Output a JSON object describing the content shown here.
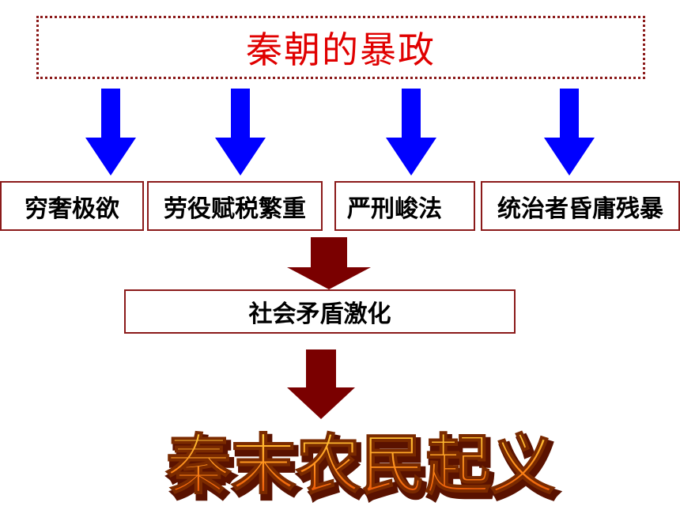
{
  "title": "秦朝的暴政",
  "causes": [
    "穷奢极欲",
    "劳役赋税繁重",
    "严刑峻法",
    "统治者昏庸残暴"
  ],
  "consequence": "社会矛盾激化",
  "result": "秦末农民起义",
  "colors": {
    "title_text": "#e00000",
    "title_border": "#8b1a1a",
    "blue_arrow": "#0000ff",
    "dark_red_arrow": "#7a0000",
    "result_fill_top": "#ffd23c",
    "result_fill_bottom": "#e04000"
  }
}
